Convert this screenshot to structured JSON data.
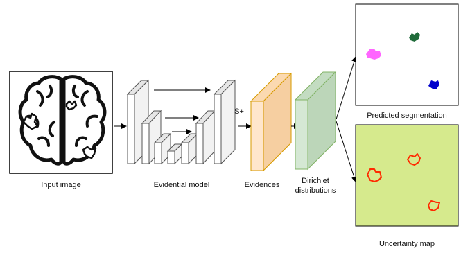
{
  "labels": {
    "input": "Input image",
    "model": "Evidential model",
    "splus": "S+",
    "evidences": "Evidences",
    "dirichlet_line1": "Dirichlet",
    "dirichlet_line2": "distributions",
    "predicted": "Predicted segmentation",
    "uncertainty": "Uncertainty map"
  },
  "colors": {
    "evidence_face": "#ffe6cc",
    "evidence_stroke": "#d79b00",
    "dirichlet_face": "#d5e8d4",
    "dirichlet_stroke": "#82b366",
    "uncertainty_bg": "#d6ea8d",
    "blob_pink": "#ff66ff",
    "blob_green": "#1f6b3a",
    "blob_blue": "#0000cc",
    "uncertainty_outline": "#ff2a00",
    "block_face": "#ffffff",
    "block_shade": "#e6e6e6"
  },
  "icons": {
    "brain": "brain-icon"
  }
}
